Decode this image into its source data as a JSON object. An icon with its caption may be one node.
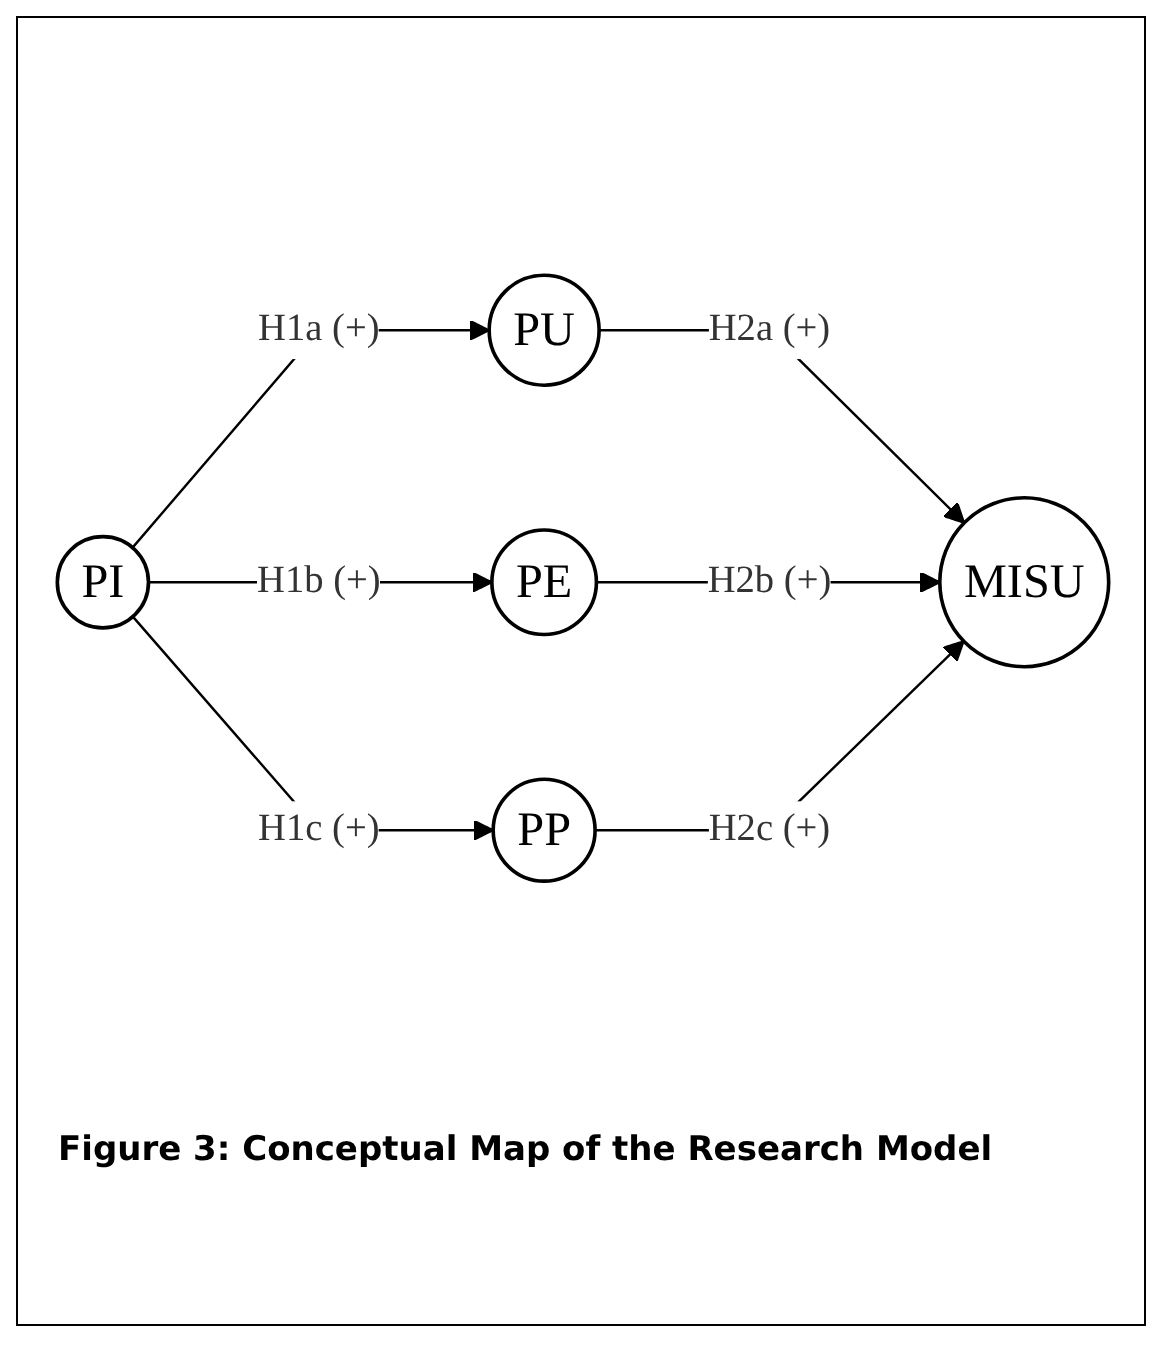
{
  "diagram": {
    "caption": "Figure 3: Conceptual Map of the Research Model",
    "nodes": [
      {
        "text": [
          "PI"
        ]
      },
      {
        "text": [
          "PU"
        ]
      },
      {
        "text": [
          "PE"
        ]
      },
      {
        "text": [
          "PP"
        ]
      },
      {
        "text": [
          "MISU"
        ]
      }
    ],
    "edges": [
      {
        "from": 0,
        "to": 1,
        "arrow": "to",
        "label": "H1a (+)"
      },
      {
        "from": 0,
        "to": 2,
        "arrow": "to",
        "label": "H1b (+)"
      },
      {
        "from": 0,
        "to": 3,
        "arrow": "to",
        "label": "H1c (+)"
      },
      {
        "from": 1,
        "to": 4,
        "arrow": "to",
        "label": "H2a (+)"
      },
      {
        "from": 2,
        "to": 4,
        "arrow": "to",
        "label": "H2b (+)"
      },
      {
        "from": 3,
        "to": 4,
        "arrow": "to",
        "label": "H2c (+)"
      }
    ]
  }
}
